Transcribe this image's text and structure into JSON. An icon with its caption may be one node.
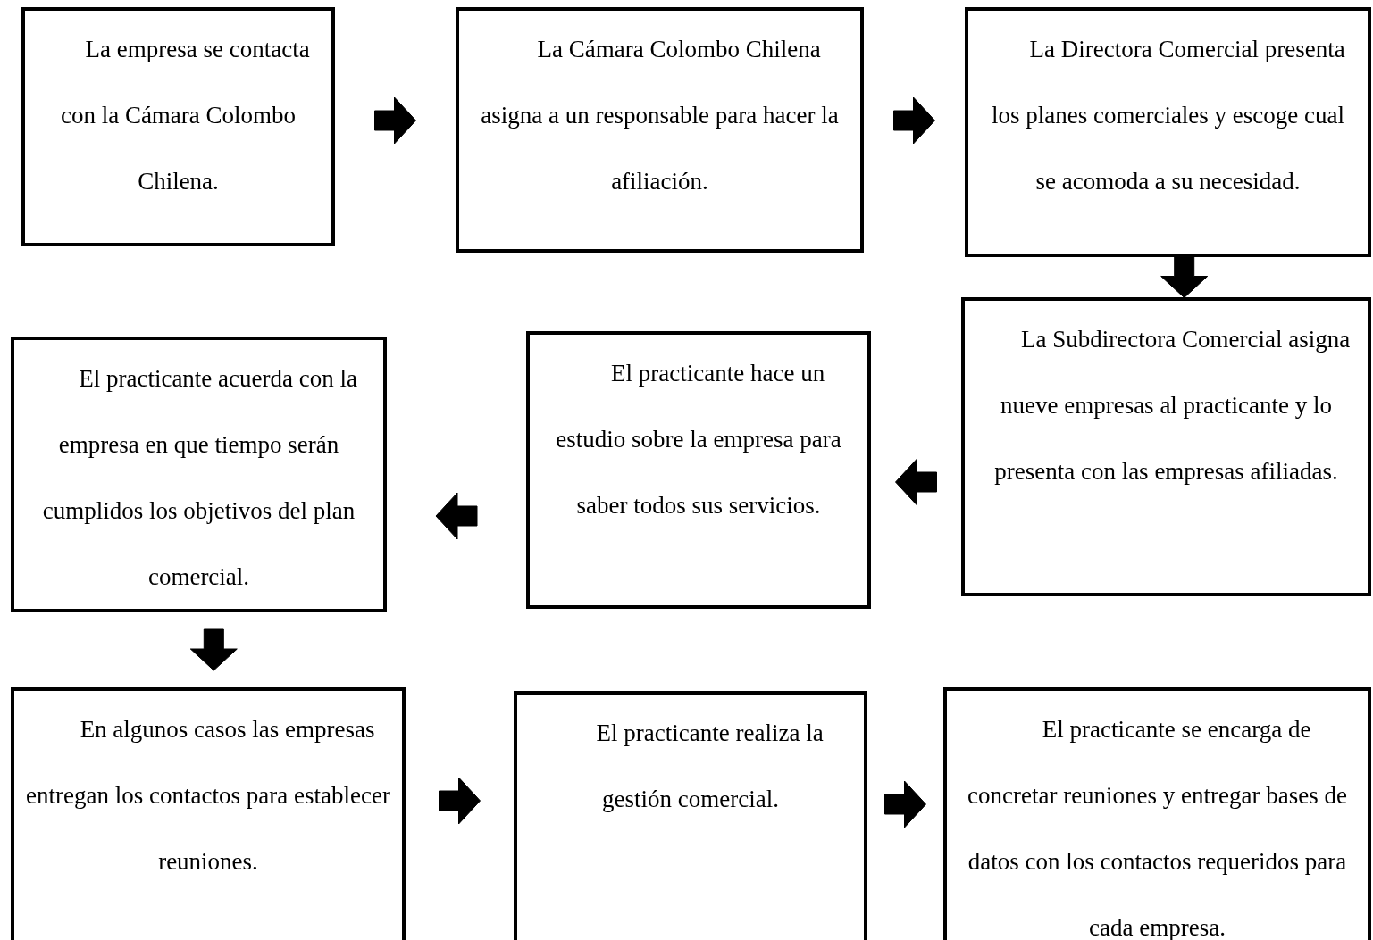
{
  "diagram": {
    "nodes": [
      {
        "text": [
          "La empresa se contacta con la Cámara Colombo Chilena."
        ]
      },
      {
        "text": [
          "La Cámara Colombo Chilena asigna a un responsable para hacer la afiliación."
        ]
      },
      {
        "text": [
          "La Directora Comercial presenta los planes comerciales y escoge cual se acomoda a su necesidad."
        ]
      },
      {
        "text": [
          "La Subdirectora Comercial asigna nueve empresas al practicante y lo presenta con las empresas afiliadas."
        ]
      },
      {
        "text": [
          "El practicante hace un estudio sobre la empresa para saber todos sus servicios."
        ]
      },
      {
        "text": [
          "El practicante acuerda con la empresa en que tiempo serán cumplidos los objetivos del plan comercial."
        ]
      },
      {
        "text": [
          "En algunos casos las empresas entregan los contactos para establecer reuniones."
        ]
      },
      {
        "text": [
          "El practicante realiza la gestión comercial."
        ]
      },
      {
        "text": [
          "El practicante se encarga de concretar reuniones y entregar bases de datos con los contactos requeridos para cada empresa."
        ]
      }
    ],
    "edges": [
      {
        "from": 0,
        "to": 1,
        "arrow": "to"
      },
      {
        "from": 1,
        "to": 2,
        "arrow": "to"
      },
      {
        "from": 2,
        "to": 3,
        "arrow": "to"
      },
      {
        "from": 3,
        "to": 4,
        "arrow": "to"
      },
      {
        "from": 4,
        "to": 5,
        "arrow": "to"
      },
      {
        "from": 5,
        "to": 6,
        "arrow": "to"
      },
      {
        "from": 6,
        "to": 7,
        "arrow": "to"
      },
      {
        "from": 7,
        "to": 8,
        "arrow": "to"
      }
    ]
  }
}
